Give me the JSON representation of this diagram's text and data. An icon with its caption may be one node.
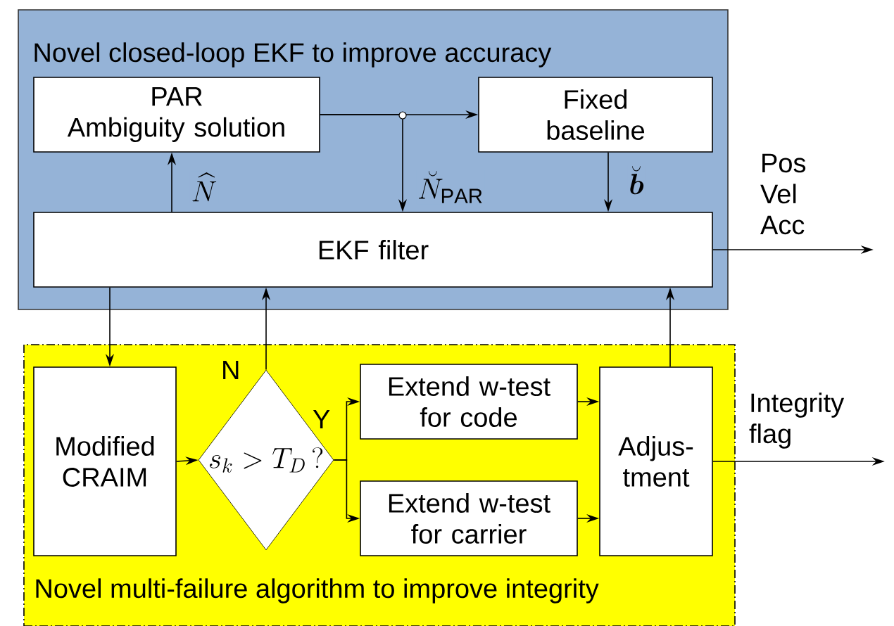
{
  "diagram": {
    "nodes": [
      {
        "text": [
          "Novel closed-loop EKF to improve accuracy"
        ]
      },
      {
        "text": [
          "PAR",
          "Ambiguity solution"
        ],
        "in": 0
      },
      {
        "text": [
          "Fixed baseline"
        ],
        "in": 0
      },
      {
        "text": [
          "EKF filter"
        ],
        "in": 0
      },
      {
        "text": [
          "Novel multi-failure algorithm to improve integrity"
        ]
      },
      {
        "text": [
          "Modified CRAIM"
        ],
        "in": 4
      },
      {
        "text": [
          "s_k > T_D\\,?"
        ],
        "in": 4
      },
      {
        "text": [
          "Extend w-test for code"
        ],
        "in": 4
      },
      {
        "text": [
          "Extend w-test for carrier"
        ],
        "in": 4
      },
      {
        "text": [
          "Adjus- tment"
        ],
        "in": 4
      }
    ],
    "edges": [
      {
        "from": 3,
        "to": 1,
        "arrow": "to",
        "label": "\\widehat{N}"
      },
      {
        "from": 1,
        "to": 2,
        "arrow": "to"
      },
      {
        "from": 1,
        "to": 3,
        "arrow": "to",
        "label": "\\breve{N}_{\\mathrm{PAR}}"
      },
      {
        "from": 2,
        "to": 3,
        "arrow": "to",
        "label": "\\breve{\\boldsymbol{b}}"
      },
      {
        "from": 3,
        "to": null,
        "arrow": "to",
        "label": "Pos Vel Acc"
      },
      {
        "from": 3,
        "to": 5,
        "arrow": "to"
      },
      {
        "from": 5,
        "to": 6,
        "arrow": "to"
      },
      {
        "from": 6,
        "to": 3,
        "arrow": "to",
        "label": "N"
      },
      {
        "from": 6,
        "to": 7,
        "arrow": "to",
        "label": "Y"
      },
      {
        "from": 6,
        "to": 8,
        "arrow": "to"
      },
      {
        "from": 7,
        "to": 9,
        "arrow": "to"
      },
      {
        "from": 8,
        "to": 9,
        "arrow": "to"
      },
      {
        "from": 9,
        "to": 3,
        "arrow": "to"
      },
      {
        "from": 9,
        "to": null,
        "arrow": "to",
        "label": "Integrity flag"
      }
    ]
  }
}
